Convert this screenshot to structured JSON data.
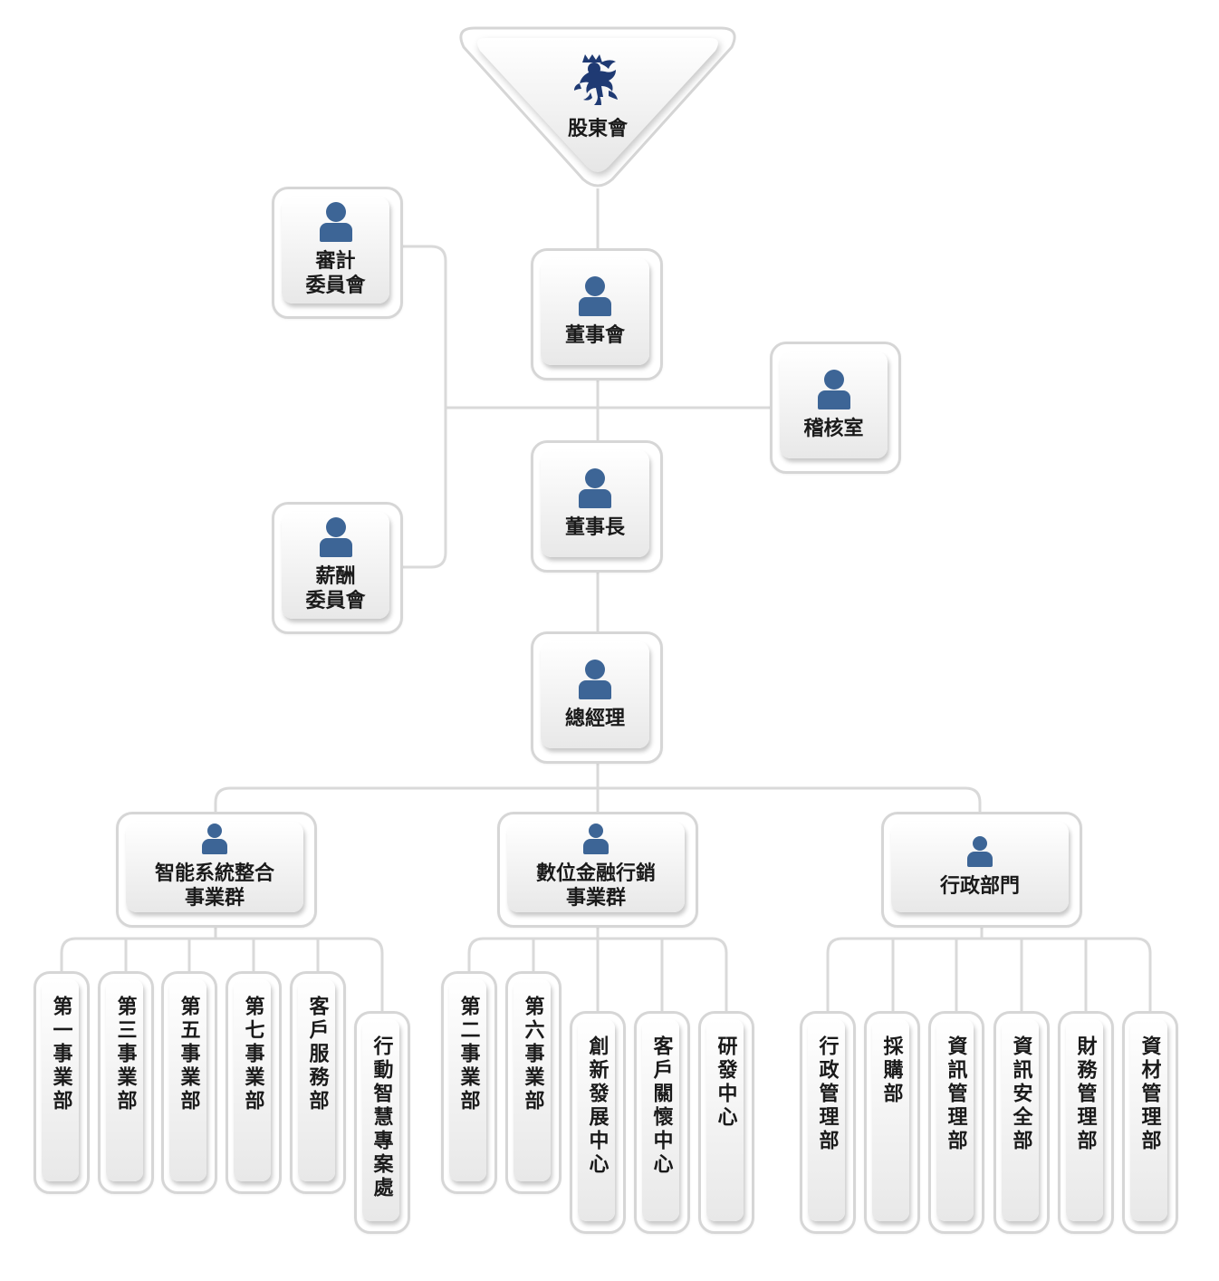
{
  "shareholders": {
    "label": "股東會",
    "logo_icon": "lion-crest-icon"
  },
  "audit_committee": {
    "label": "審計\n委員會"
  },
  "board": {
    "label": "董事會"
  },
  "internal_audit": {
    "label": "稽核室"
  },
  "chairman": {
    "label": "董事長"
  },
  "remuneration_committee": {
    "label": "薪酬\n委員會"
  },
  "president": {
    "label": "總經理"
  },
  "groups": [
    {
      "label": "智能系統整合\n事業群",
      "units": [
        "第一事業部",
        "第三事業部",
        "第五事業部",
        "第七事業部",
        "客戶服務部",
        "行動智慧專案處"
      ]
    },
    {
      "label": "數位金融行銷\n事業群",
      "units": [
        "第二事業部",
        "第六事業部",
        "創新發展中心",
        "客戶關懷中心",
        "研發中心"
      ]
    },
    {
      "label": "行政部門",
      "units": [
        "行政管理部",
        "採購部",
        "資訊管理部",
        "資訊安全部",
        "財務管理部",
        "資材管理部"
      ]
    }
  ],
  "colors": {
    "icon": "#3d6596",
    "line": "#d9d9d9",
    "border": "#d6d6d6"
  }
}
